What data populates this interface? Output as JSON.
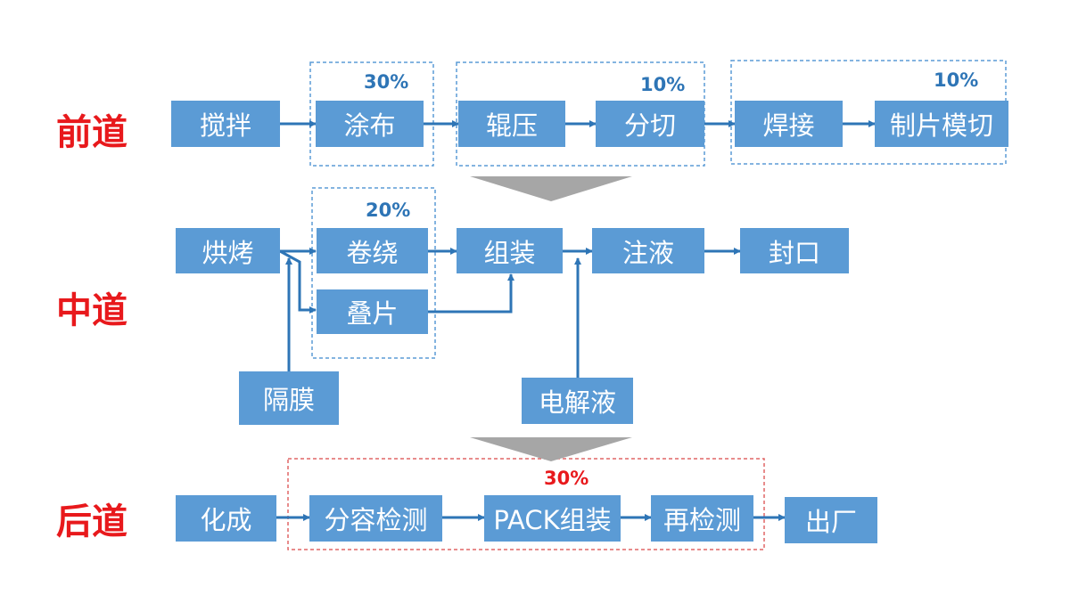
{
  "stages": {
    "front": "前道",
    "middle": "中道",
    "back": "后道"
  },
  "front": {
    "mixing": "搅拌",
    "coating": "涂布",
    "rolling": "辊压",
    "slitting": "分切",
    "welding": "焊接",
    "die_cutting": "制片模切"
  },
  "middle": {
    "baking": "烘烤",
    "winding": "卷绕",
    "stacking": "叠片",
    "assembly": "组装",
    "injection": "注液",
    "sealing": "封口",
    "separator": "隔膜",
    "electrolyte": "电解液"
  },
  "back": {
    "formation": "化成",
    "grading": "分容检测",
    "pack_assembly": "PACK组装",
    "retest": "再检测",
    "shipment": "出厂"
  },
  "percentages": {
    "coating_group": "30%",
    "rolling_group": "10%",
    "welding_group": "10%",
    "winding_group": "20%",
    "testing_group": "30%"
  },
  "colors": {
    "box_fill": "#5b9bd5",
    "arrow": "#2e75b6",
    "stage_label": "#e8191c",
    "blue_group_border": "#5b9bd5",
    "red_group_border": "#e06666",
    "transition_triangle": "#a6a6a6"
  }
}
